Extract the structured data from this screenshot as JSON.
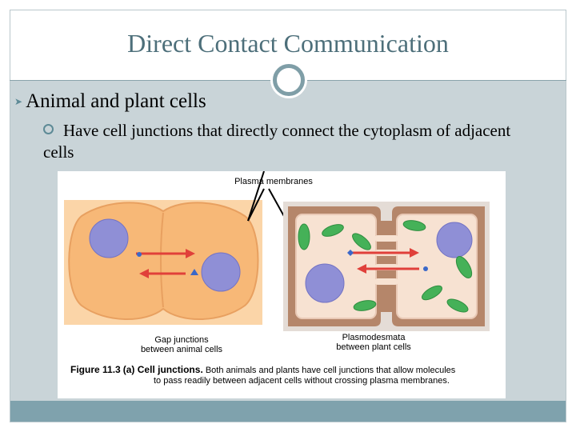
{
  "slide": {
    "title": "Direct Contact Communication",
    "bullet_level1": "Animal and plant cells",
    "bullet_level2": "Have cell junctions that directly connect the cytoplasm of adjacent cells"
  },
  "figure": {
    "label_top": "Plasma membranes",
    "label_gap_line1": "Gap junctions",
    "label_gap_line2": "between animal cells",
    "label_plasmo_line1": "Plasmodesmata",
    "label_plasmo_line2": "between plant cells",
    "caption_figure": "Figure 11.3",
    "caption_part": "(a) Cell junctions.",
    "caption_text_line1": " Both animals and plants have cell junctions that allow molecules",
    "caption_text_line2": "to pass readily between adjacent cells without crossing plasma membranes."
  },
  "colors": {
    "title": "#4d6f7a",
    "content_bg": "#c9d4d8",
    "footer": "#7fa2ad",
    "animal_cell": "#fbd5a8",
    "plant_wall": "#b5866a",
    "nucleus": "#8f8fd6",
    "chloroplast": "#45b158",
    "arrow": "#e0403a"
  }
}
